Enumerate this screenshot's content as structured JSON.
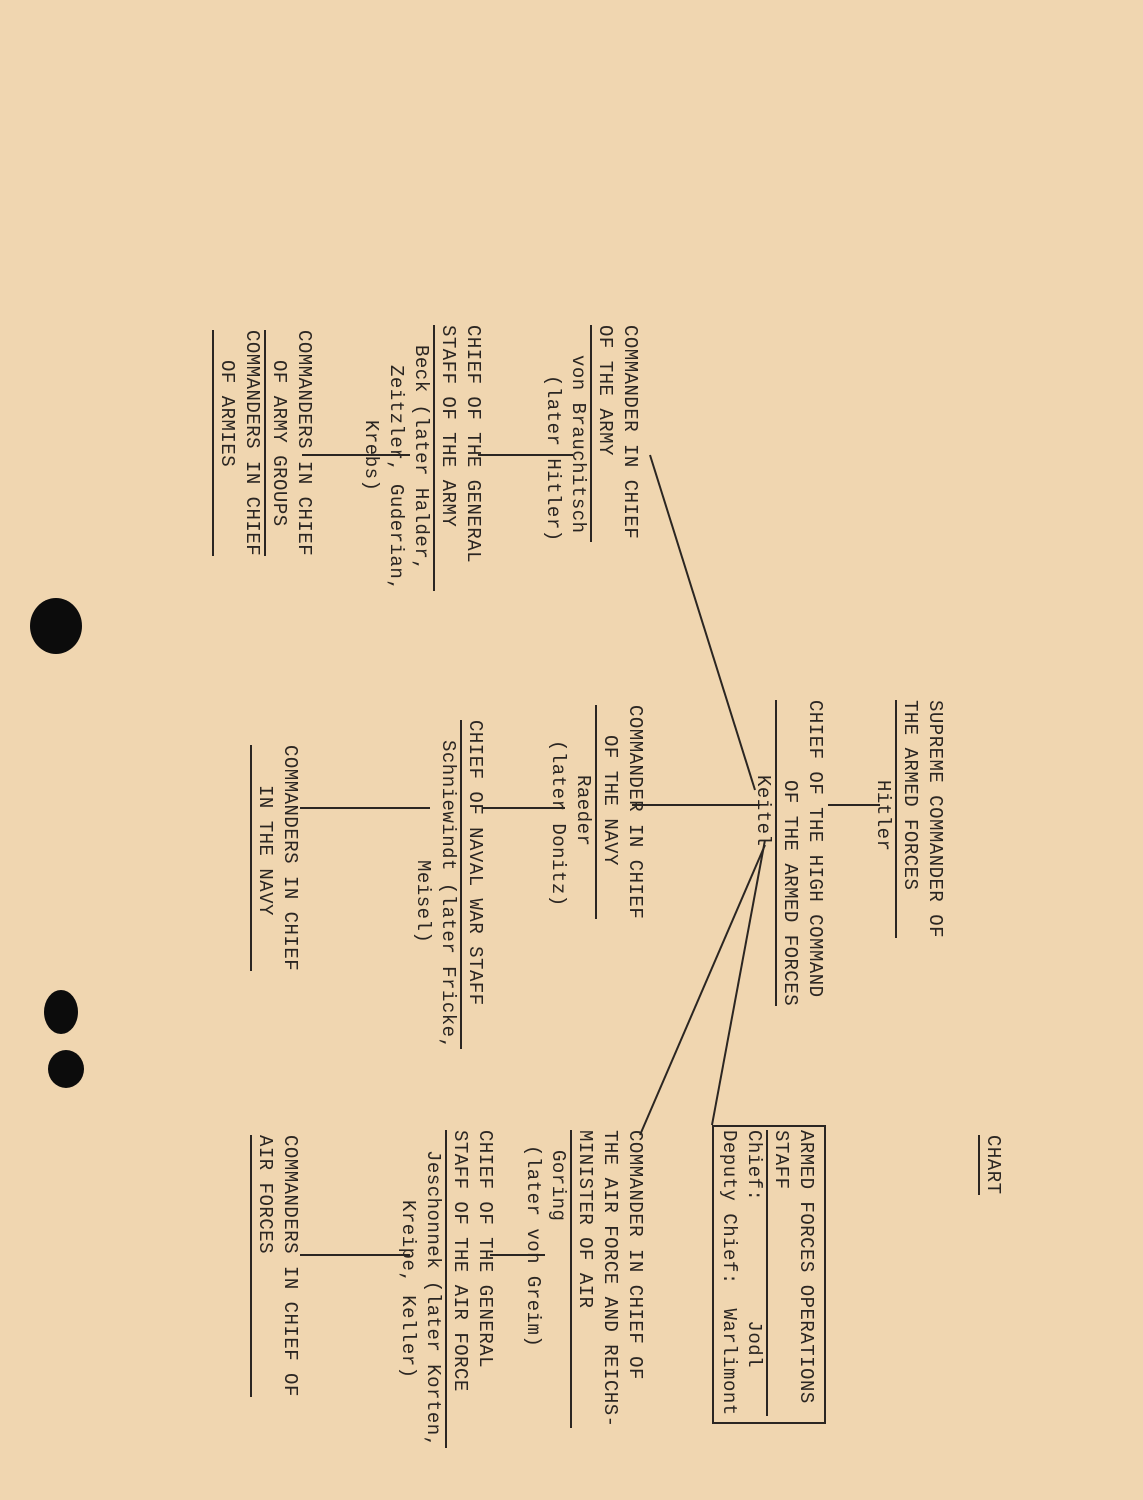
{
  "title": "CHART",
  "supreme": {
    "lines": [
      "SUPREME COMMANDER OF",
      "THE ARMED FORCES",
      "Hitler"
    ]
  },
  "okw": {
    "lines": [
      "CHIEF OF THE HIGH COMMAND",
      "OF THE ARMED FORCES",
      "Keitel"
    ]
  },
  "ops_staff": {
    "lines": [
      "ARMED FORCES OPERATIONS",
      "STAFF",
      "Chief:          Jodl",
      "Deputy Chief:  Warlimont"
    ]
  },
  "army": {
    "commander": [
      "COMMANDER IN CHIEF",
      "OF THE ARMY",
      "von Brauchitsch",
      "(later Hitler)"
    ],
    "staff": [
      "CHIEF OF THE GENERAL",
      "STAFF OF THE ARMY",
      "Beck (later Halder,",
      "Zeitzler, Guderian,",
      "Krebs)"
    ],
    "field": [
      "COMMANDERS IN CHIEF",
      "OF ARMY GROUPS",
      "COMMANDERS IN CHIEF",
      "OF ARMIES"
    ]
  },
  "navy": {
    "commander": [
      "COMMANDER IN CHIEF",
      "OF THE NAVY",
      "Raeder",
      "(later Donitz)"
    ],
    "staff": [
      "CHIEF OF NAVAL WAR STAFF",
      "Schniewindt (later Fricke,",
      "Meisel)"
    ],
    "field": [
      "COMMANDERS IN CHIEF",
      "IN THE NAVY"
    ]
  },
  "air": {
    "commander": [
      "COMMANDER IN CHIEF OF",
      "THE AIR FORCE AND REICHS-",
      "MINISTER OF AIR",
      "Goring",
      "(later von Greim)"
    ],
    "staff": [
      "CHIEF OF THE GENERAL",
      "STAFF OF THE AIR FORCE",
      "Jeschonnek (later Korten,",
      "Kreipe, Keller)"
    ],
    "field": [
      "COMMANDERS IN CHIEF OF",
      "AIR FORCES"
    ]
  }
}
